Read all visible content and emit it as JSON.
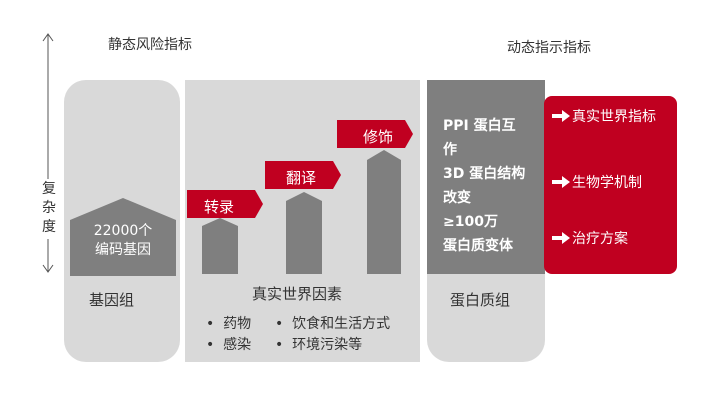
{
  "headers": {
    "static": "静态风险指标",
    "dynamic": "动态指示指标"
  },
  "axis": {
    "label_chars": [
      "复",
      "杂",
      "度"
    ]
  },
  "genome": {
    "house_lines": [
      "22000个",
      "编码基因"
    ],
    "caption": "基因组"
  },
  "real_world": {
    "tags": [
      "转录",
      "翻译",
      "修饰"
    ],
    "caption": "真实世界因素",
    "bullets_left": [
      "药物",
      "感染"
    ],
    "bullets_right": [
      "饮食和生活方式",
      "环境污染等"
    ],
    "bullet_symbol": "•"
  },
  "proteome": {
    "lines": [
      "PPI 蛋白互",
      "作",
      "3D 蛋白结构",
      "改变",
      "≥100万",
      "蛋白质变体"
    ],
    "caption": "蛋白质组"
  },
  "outcomes": {
    "items": [
      "真实世界指标",
      "生物学机制",
      "治疗方案"
    ]
  },
  "colors": {
    "panel_grey": "#d9d9d9",
    "block_grey": "#7f7f7f",
    "accent_red": "#c00020"
  }
}
